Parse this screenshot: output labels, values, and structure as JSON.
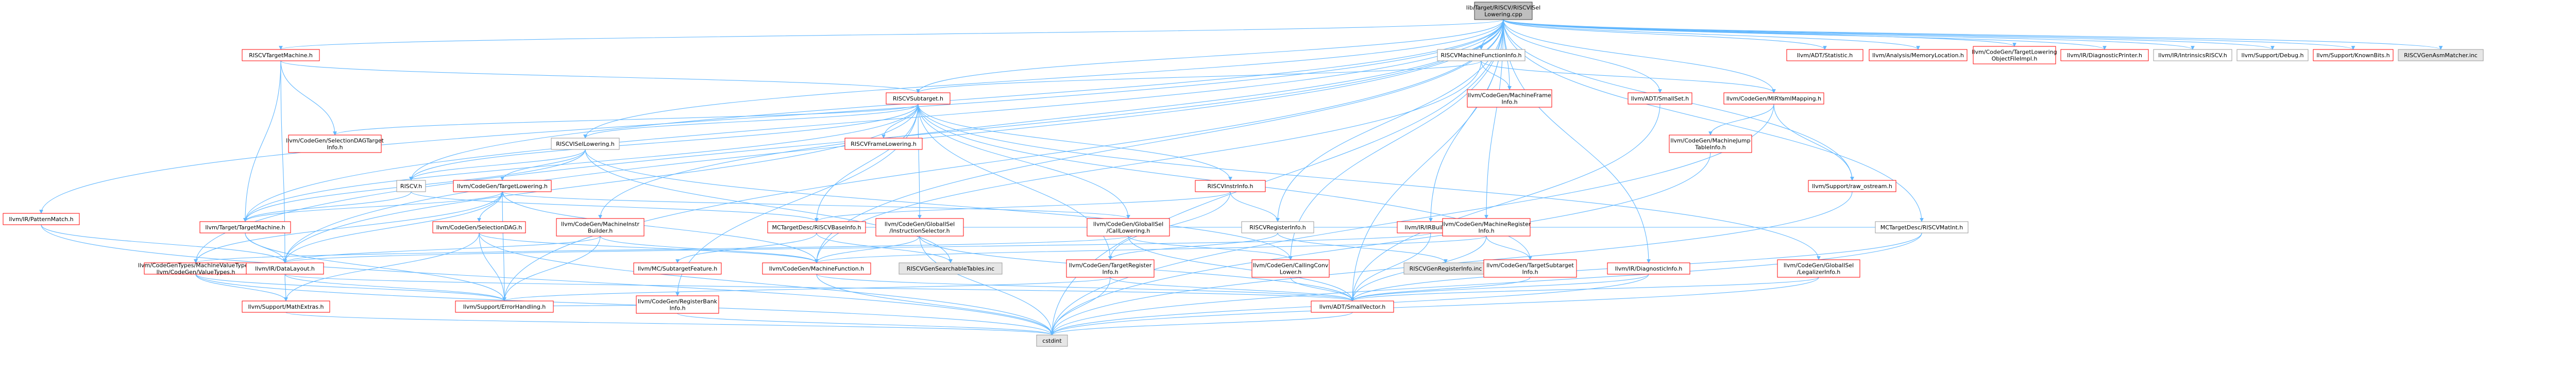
{
  "graph": {
    "title": "lib/Target/RISCV/RISCVISel Lowering.cpp",
    "palette": {
      "root_fill": "#bfbfbf",
      "root_border": "#404040",
      "red_border": "#ff0000",
      "gray_border": "#999999",
      "node_fill": "#ffffff",
      "edge": "#63b8ff",
      "edge_dark": "#8fa6c8",
      "highlight_fill": "#e6e6e6"
    },
    "nodes": [
      {
        "id": "root",
        "lines": [
          "lib/Target/RISCV/RISCVISel",
          "Lowering.cpp"
        ],
        "style": "root"
      },
      {
        "id": "riscvtm",
        "lines": [
          "RISCVTargetMachine.h"
        ],
        "style": "red"
      },
      {
        "id": "riscvmfi",
        "lines": [
          "RISCVMachineFunctionInfo.h"
        ],
        "style": "gray"
      },
      {
        "id": "adtstat",
        "lines": [
          "llvm/ADT/Statistic.h"
        ],
        "style": "red"
      },
      {
        "id": "anamemloc",
        "lines": [
          "llvm/Analysis/MemoryLocation.h"
        ],
        "style": "red"
      },
      {
        "id": "cgtlof",
        "lines": [
          "llvm/CodeGen/TargetLowering",
          "ObjectFileImpl.h"
        ],
        "style": "red"
      },
      {
        "id": "irdiagp",
        "lines": [
          "llvm/IR/DiagnosticPrinter.h"
        ],
        "style": "red"
      },
      {
        "id": "irintr",
        "lines": [
          "llvm/IR/IntrinsicsRISCV.h"
        ],
        "style": "gray"
      },
      {
        "id": "supdebug",
        "lines": [
          "llvm/Support/Debug.h"
        ],
        "style": "gray"
      },
      {
        "id": "supknown",
        "lines": [
          "llvm/Support/KnownBits.h"
        ],
        "style": "red"
      },
      {
        "id": "asmmatch",
        "lines": [
          "RISCVGenAsmMatcher.inc"
        ],
        "style": "highlight"
      },
      {
        "id": "riscvsub",
        "lines": [
          "RISCVSubtarget.h"
        ],
        "style": "red"
      },
      {
        "id": "cgmfinfo",
        "lines": [
          "llvm/CodeGen/MachineFrame",
          "Info.h"
        ],
        "style": "red"
      },
      {
        "id": "adtsmallset",
        "lines": [
          "llvm/ADT/SmallSet.h"
        ],
        "style": "red"
      },
      {
        "id": "cgmir",
        "lines": [
          "llvm/CodeGen/MIRYamlMapping.h"
        ],
        "style": "red"
      },
      {
        "id": "irpattern",
        "lines": [
          "llvm/IR/PatternMatch.h"
        ],
        "style": "red"
      },
      {
        "id": "cgsdagti",
        "lines": [
          "llvm/CodeGen/SelectionDAGTarget",
          "Info.h"
        ],
        "style": "red"
      },
      {
        "id": "riscvframe",
        "lines": [
          "RISCVFrameLowering.h"
        ],
        "style": "red"
      },
      {
        "id": "riscvisel",
        "lines": [
          "RISCVISelLowering.h"
        ],
        "style": "gray"
      },
      {
        "id": "cgmjti",
        "lines": [
          "llvm/CodeGen/MachineJump",
          "TableInfo.h"
        ],
        "style": "red"
      },
      {
        "id": "suprawos",
        "lines": [
          "llvm/Support/raw_ostream.h"
        ],
        "style": "red"
      },
      {
        "id": "riscvinstr",
        "lines": [
          "RISCVInstrInfo.h"
        ],
        "style": "red"
      },
      {
        "id": "riscvh",
        "lines": [
          "RISCV.h"
        ],
        "style": "gray"
      },
      {
        "id": "cgtl",
        "lines": [
          "llvm/CodeGen/TargetLowering.h"
        ],
        "style": "red"
      },
      {
        "id": "mctdmatint",
        "lines": [
          "MCTargetDesc/RISCVMatInt.h"
        ],
        "style": "gray"
      },
      {
        "id": "riscvreg",
        "lines": [
          "RISCVRegisterInfo.h"
        ],
        "style": "gray"
      },
      {
        "id": "irirb",
        "lines": [
          "llvm/IR/IRBuilder.h"
        ],
        "style": "red"
      },
      {
        "id": "cgmri",
        "lines": [
          "llvm/CodeGen/MachineRegister",
          "Info.h"
        ],
        "style": "red"
      },
      {
        "id": "cggisel_is",
        "lines": [
          "llvm/CodeGen/GlobalISel",
          "/InstructionSelector.h"
        ],
        "style": "red"
      },
      {
        "id": "cggisel_cl",
        "lines": [
          "llvm/CodeGen/GlobalISel",
          "/CallLowering.h"
        ],
        "style": "red"
      },
      {
        "id": "cgmib",
        "lines": [
          "llvm/CodeGen/MachineInstr",
          "Builder.h"
        ],
        "style": "red"
      },
      {
        "id": "cgsdag",
        "lines": [
          "llvm/CodeGen/SelectionDAG.h"
        ],
        "style": "red"
      },
      {
        "id": "mctdbase",
        "lines": [
          "MCTargetDesc/RISCVBaseInfo.h"
        ],
        "style": "red"
      },
      {
        "id": "tgttm",
        "lines": [
          "llvm/Target/TargetMachine.h"
        ],
        "style": "red"
      },
      {
        "id": "cgvaltypes",
        "lines": [
          "llvm/CodeGenTypes/MachineValueType.h",
          "llvm/CodeGen/ValueTypes.h"
        ],
        "style": "red"
      },
      {
        "id": "irdatalayout",
        "lines": [
          "llvm/IR/DataLayout.h"
        ],
        "style": "red"
      },
      {
        "id": "mcsubf",
        "lines": [
          "llvm/MC/SubtargetFeature.h"
        ],
        "style": "red"
      },
      {
        "id": "cgrbi",
        "lines": [
          "llvm/CodeGen/RegisterBank",
          "Info.h"
        ],
        "style": "red"
      },
      {
        "id": "cgmf",
        "lines": [
          "llvm/CodeGen/MachineFunction.h"
        ],
        "style": "red"
      },
      {
        "id": "searchtables",
        "lines": [
          "RISCVGenSearchableTables.inc"
        ],
        "style": "highlight"
      },
      {
        "id": "cgccl",
        "lines": [
          "llvm/CodeGen/CallingConv",
          "Lower.h"
        ],
        "style": "red"
      },
      {
        "id": "cgtri",
        "lines": [
          "llvm/CodeGen/TargetRegister",
          "Info.h"
        ],
        "style": "red"
      },
      {
        "id": "genreginfo",
        "lines": [
          "RISCVGenRegisterInfo.inc"
        ],
        "style": "highlight"
      },
      {
        "id": "cgtsi",
        "lines": [
          "llvm/CodeGen/TargetSubtarget",
          "Info.h"
        ],
        "style": "red"
      },
      {
        "id": "irdiaginfo",
        "lines": [
          "llvm/IR/DiagnosticInfo.h"
        ],
        "style": "red"
      },
      {
        "id": "cggisel_li",
        "lines": [
          "llvm/CodeGen/GlobalISel",
          "/LegalizerInfo.h"
        ],
        "style": "red"
      },
      {
        "id": "supmath",
        "lines": [
          "llvm/Support/MathExtras.h"
        ],
        "style": "red"
      },
      {
        "id": "superr",
        "lines": [
          "llvm/Support/ErrorHandling.h"
        ],
        "style": "red"
      },
      {
        "id": "adtsv",
        "lines": [
          "llvm/ADT/SmallVector.h"
        ],
        "style": "red"
      },
      {
        "id": "cstdint",
        "lines": [
          "cstdint"
        ],
        "style": "highlight"
      }
    ]
  }
}
